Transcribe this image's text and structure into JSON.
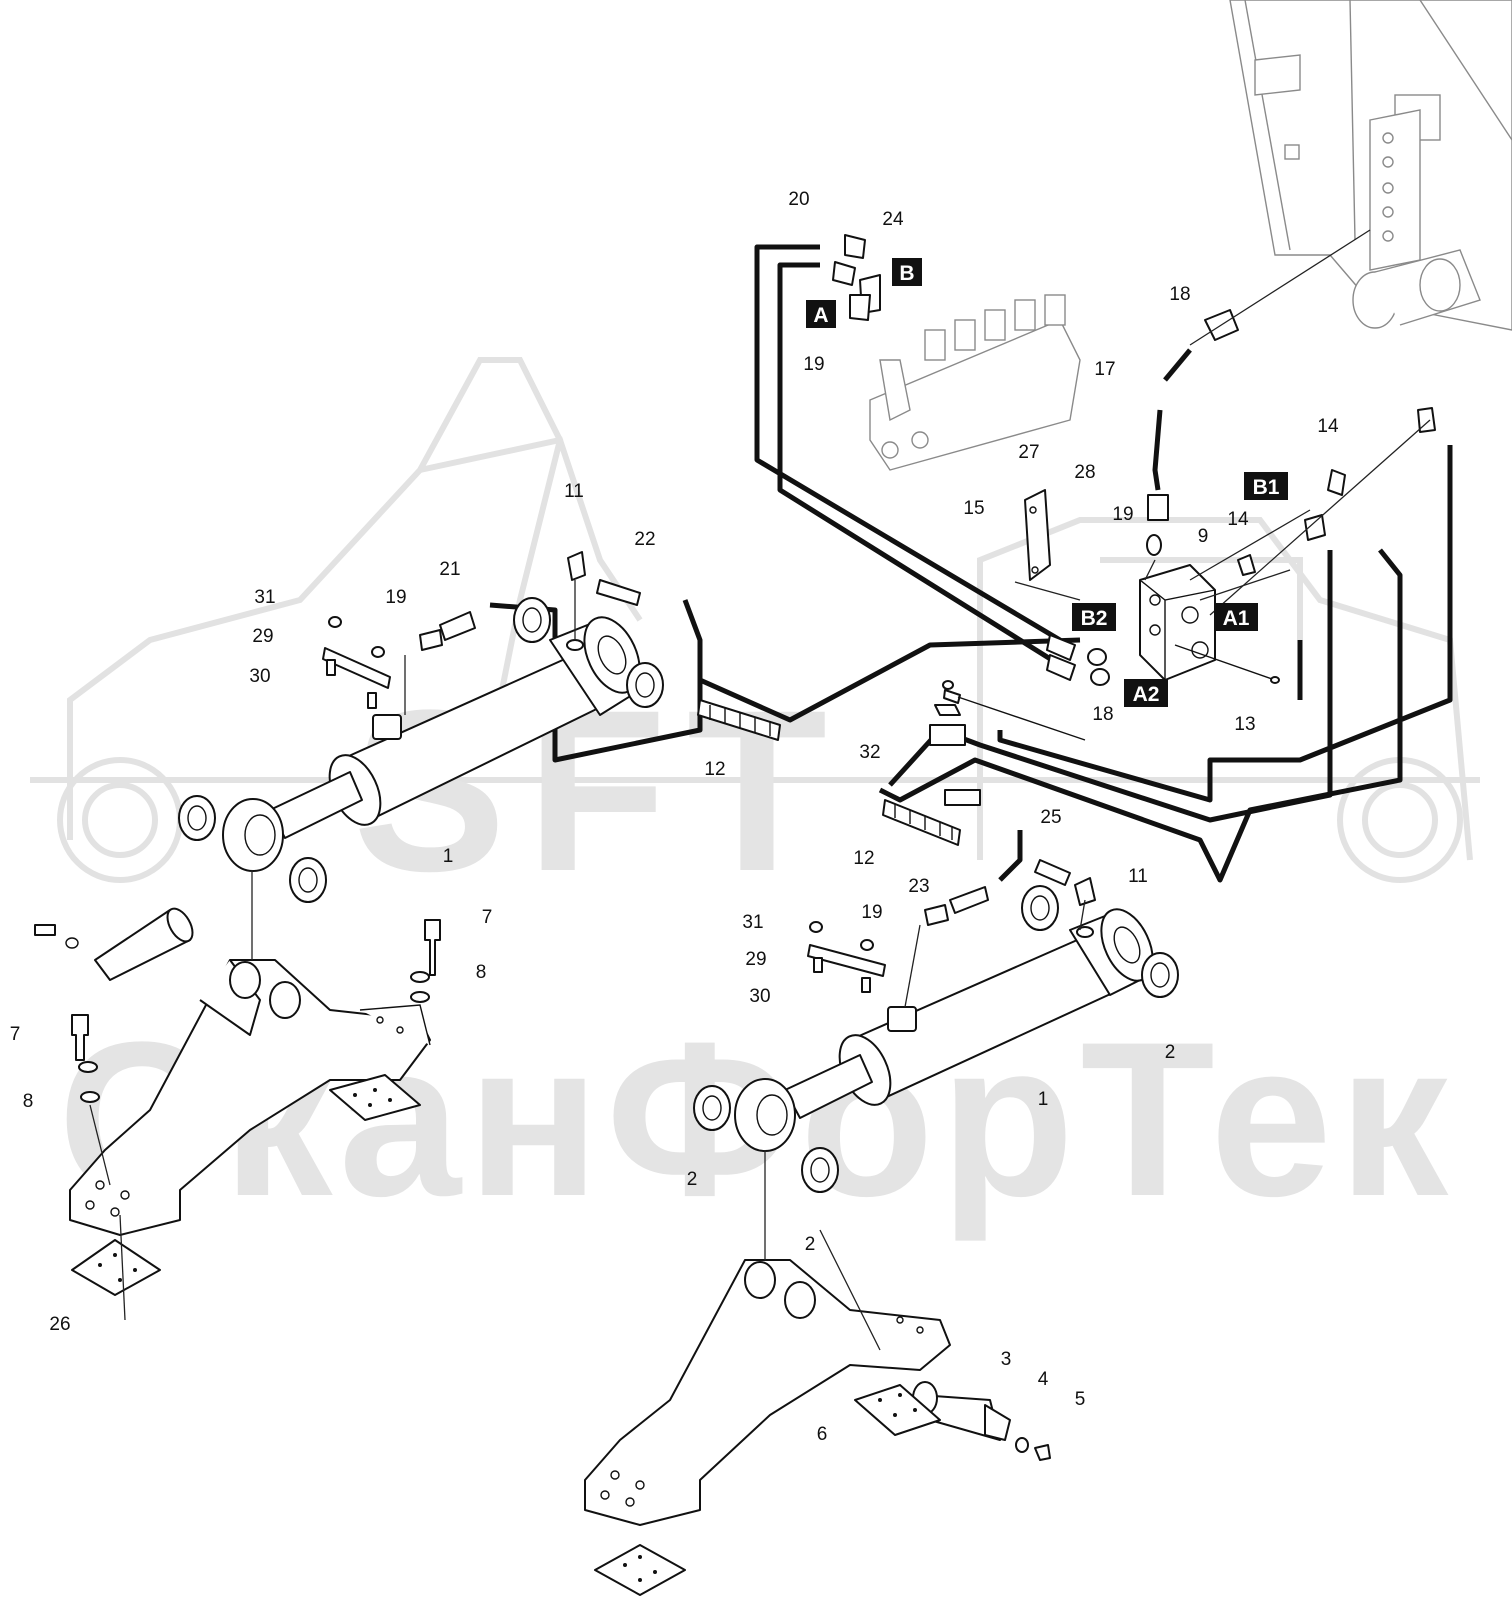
{
  "watermark": {
    "line1": "SFT",
    "line2": "СканФорТек"
  },
  "ports": {
    "a": "A",
    "b": "B",
    "a1": "A1",
    "a2": "A2",
    "b1": "B1",
    "b2": "B2"
  },
  "callouts": {
    "c1_left": "1",
    "c1_right": "1",
    "c2_right_top": "2",
    "c2_mid_a": "2",
    "c2_mid_b": "2",
    "c3": "3",
    "c4": "4",
    "c5": "5",
    "c6": "6",
    "c7_top": "7",
    "c7_left": "7",
    "c8_top": "8",
    "c8_left": "8",
    "c9": "9",
    "c11_top": "11",
    "c11_mid": "11",
    "c12_top": "12",
    "c12_mid": "12",
    "c13": "13",
    "c14_a": "14",
    "c14_b": "14",
    "c15": "15",
    "c17": "17",
    "c18_top": "18",
    "c18_mid": "18",
    "c19_valve": "19",
    "c19_block": "19",
    "c19_left": "19",
    "c19_mid": "19",
    "c20": "20",
    "c21": "21",
    "c22": "22",
    "c23": "23",
    "c24": "24",
    "c25": "25",
    "c26": "26",
    "c27": "27",
    "c28": "28",
    "c29_top": "29",
    "c29_mid": "29",
    "c30_top": "30",
    "c30_mid": "30",
    "c31_top": "31",
    "c31_mid": "31",
    "c32": "32"
  }
}
